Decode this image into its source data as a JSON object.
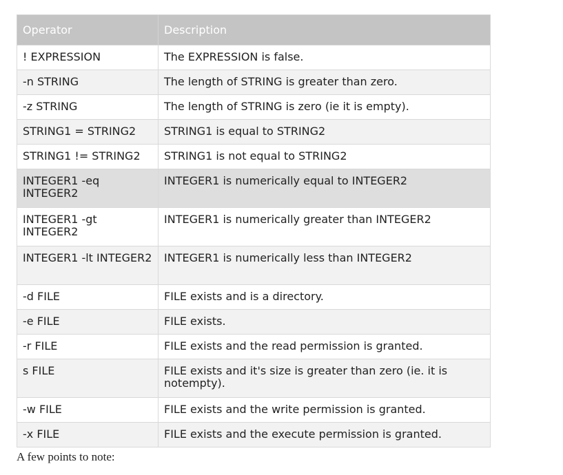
{
  "table": {
    "headers": [
      "Operator",
      "Description"
    ],
    "rows": [
      {
        "operator": "! EXPRESSION",
        "description": "The EXPRESSION is false."
      },
      {
        "operator": "-n STRING",
        "description": "The length of STRING is greater than zero."
      },
      {
        "operator": "-z STRING",
        "description": "The length of STRING is zero (ie it is empty)."
      },
      {
        "operator": "STRING1 = STRING2",
        "description": "STRING1 is equal to STRING2"
      },
      {
        "operator": "STRING1 != STRING2",
        "description": "STRING1 is not equal to STRING2"
      },
      {
        "operator": "INTEGER1 -eq INTEGER2",
        "description": "INTEGER1 is numerically equal to INTEGER2"
      },
      {
        "operator": "INTEGER1 -gt INTEGER2",
        "description": "INTEGER1 is numerically greater than INTEGER2"
      },
      {
        "operator": "INTEGER1 -lt INTEGER2",
        "description": "INTEGER1 is numerically less than INTEGER2"
      },
      {
        "operator": "-d FILE",
        "description": "FILE exists and is a directory."
      },
      {
        "operator": "-e FILE",
        "description": "FILE exists."
      },
      {
        "operator": "-r FILE",
        "description": "FILE exists and the read permission is granted."
      },
      {
        "operator": "s FILE",
        "description": "FILE exists and it's size is greater than zero (ie. it is notempty)."
      },
      {
        "operator": "-w FILE",
        "description": "FILE exists and the write permission is granted."
      },
      {
        "operator": "-x FILE",
        "description": "FILE exists and the execute permission is granted."
      }
    ]
  },
  "note": "A few points to note:",
  "colors": {
    "header_bg": "#c4c4c4",
    "header_text": "#ffffff",
    "row_even_bg": "#f2f2f2",
    "row_highlight_bg": "#dedede",
    "border": "#d9d9d9"
  }
}
